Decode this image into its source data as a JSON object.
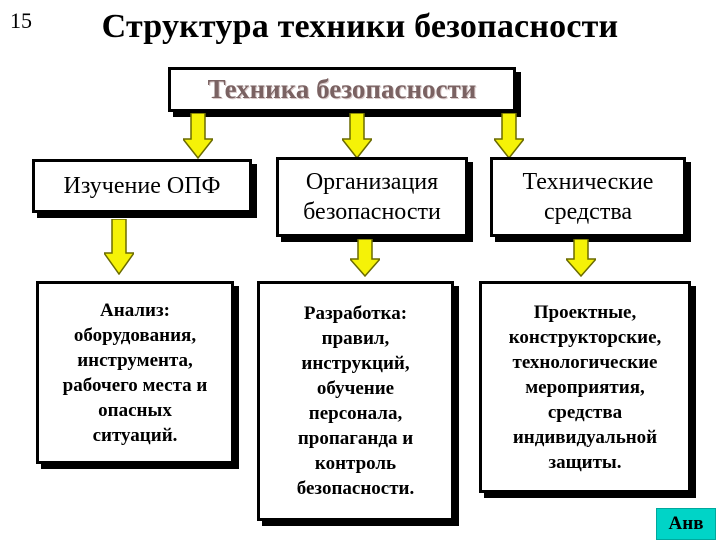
{
  "slide": {
    "number": "15",
    "title": "Структура техники безопасности",
    "badge": "Анв"
  },
  "root": {
    "label": "Техника безопасности"
  },
  "branches": [
    {
      "label": "Изучение ОПФ",
      "details": [
        "Анализ:",
        "оборудования,",
        "инструмента,",
        "рабочего места и",
        "опасных",
        "ситуаций."
      ]
    },
    {
      "label": "Организация безопасности",
      "details": [
        "Разработка:",
        "правил,",
        "инструкций,",
        "обучение",
        "персонала,",
        "пропаганда и",
        "контроль",
        "безопасности."
      ]
    },
    {
      "label": "Технические средства",
      "details": [
        "Проектные,",
        "конструкторские,",
        "технологические",
        "мероприятия,",
        "средства",
        "индивидуальной",
        "защиты."
      ]
    }
  ],
  "colors": {
    "arrow_fill": "#f5f207",
    "arrow_stroke": "#6b6b00",
    "badge": "#00d4c7"
  },
  "icons": {
    "arrow": "down-arrow-icon"
  }
}
